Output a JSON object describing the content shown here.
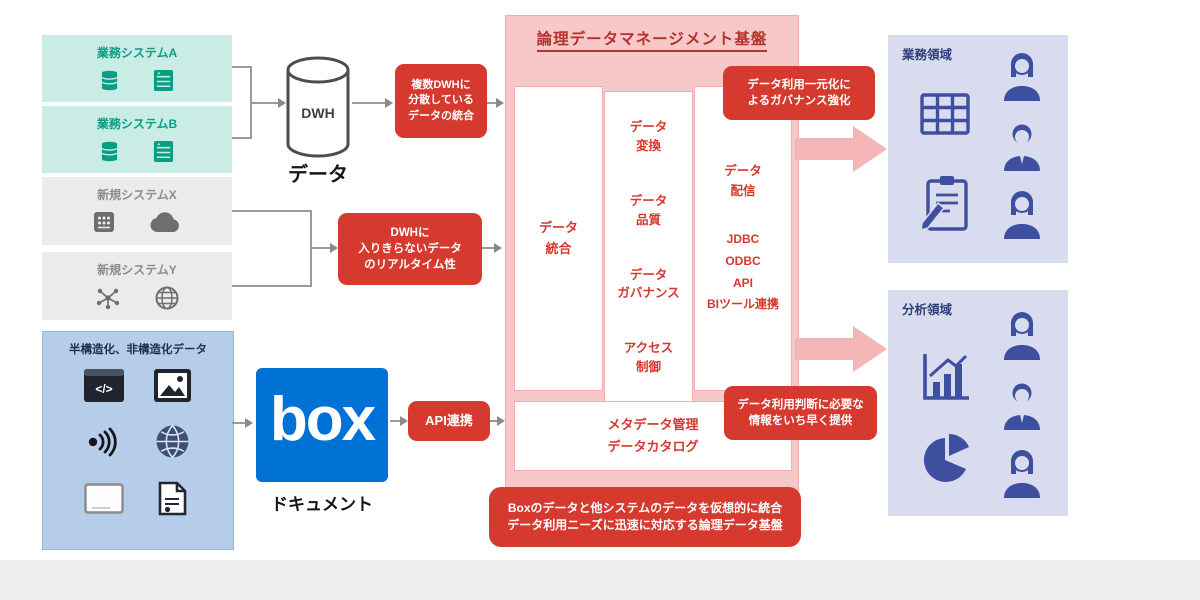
{
  "sources": {
    "system_a": {
      "label": "業務システムA",
      "icons": [
        "database",
        "server"
      ]
    },
    "system_b": {
      "label": "業務システムB",
      "icons": [
        "database",
        "server"
      ]
    },
    "system_x": {
      "label": "新規システムX",
      "icons": [
        "storage",
        "cloud"
      ]
    },
    "system_y": {
      "label": "新規システムY",
      "icons": [
        "network",
        "globe"
      ]
    },
    "unstructured": {
      "label": "半構造化、非構造化データ",
      "icons": [
        "code-window",
        "image",
        "audio",
        "web",
        "document",
        "file"
      ]
    }
  },
  "dwh": {
    "label": "DWH",
    "caption": "データ"
  },
  "box_platform": {
    "logo_text": "box",
    "caption": "ドキュメント"
  },
  "callouts": {
    "multi_dwh": "複数DWHに\n分散している\nデータの統合",
    "realtime": "DWHに\n入りきらないデータ\nのリアルタイム性",
    "api": "API連携",
    "governance": "データ利用一元化に\nよるガバナンス強化",
    "quick_info": "データ利用判断に必要な\n情報をいち早く提供",
    "summary": "Boxのデータと他システムのデータを仮想的に統合\nデータ利用ニーズに迅速に対応する論理データ基盤"
  },
  "platform": {
    "title": "論理データマネージメント基盤",
    "integration": "データ\n統合",
    "functions": [
      "データ\n変換",
      "データ\n品質",
      "データ\nガバナンス",
      "アクセス\n制御"
    ],
    "delivery": "データ\n配信",
    "protocols": "JDBC\nODBC\nAPI\nBIツール連携",
    "metadata": "メタデータ管理\nデータカタログ"
  },
  "domains": {
    "business": {
      "label": "業務領域",
      "icons": [
        "table",
        "clipboard",
        "person",
        "person",
        "person"
      ]
    },
    "analysis": {
      "label": "分析領域",
      "icons": [
        "bar-chart",
        "pie-chart",
        "person",
        "person",
        "person"
      ]
    }
  },
  "colors": {
    "teal_bg": "#c9ece4",
    "teal_text": "#0a9d85",
    "gray_bg": "#ebebeb",
    "gray_text": "#8c8c8c",
    "blue_bg": "#b5cde9",
    "navy_text": "#1b2f55",
    "box_blue": "#0072d6",
    "callout_red": "#d63a2f",
    "panel_pink": "#f6c8c8",
    "panel_title_red": "#b5322c",
    "pink_arrow": "#f3b5b5",
    "lavender": "#d9dcee",
    "domain_title_navy": "#2e3e78",
    "indigo_icon": "#3f4f9f"
  }
}
